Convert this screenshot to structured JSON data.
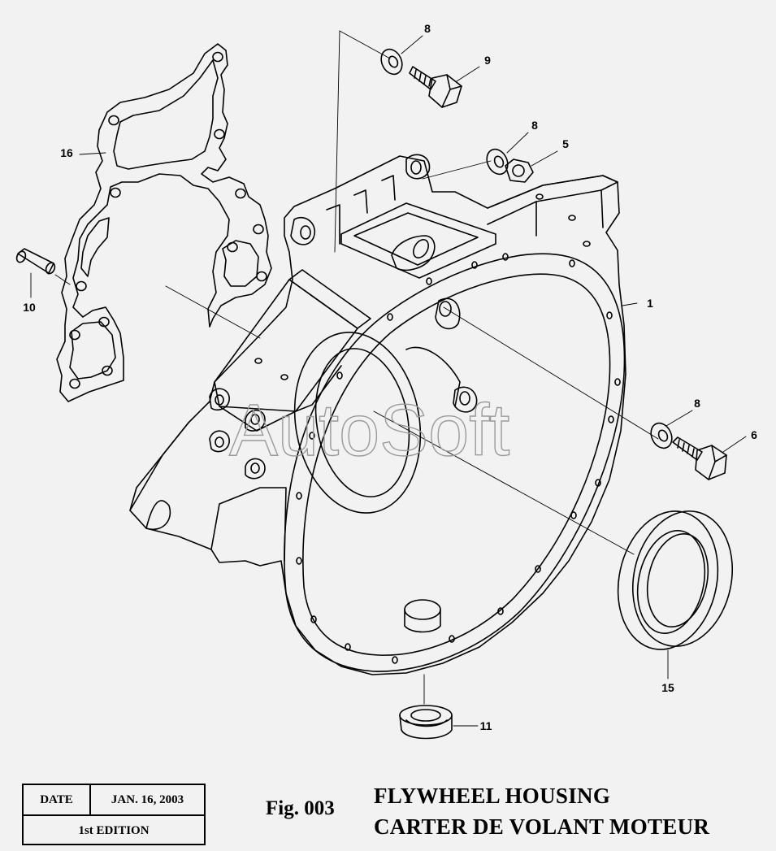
{
  "watermark": "AutoSoft",
  "callouts": [
    "1",
    "5",
    "6",
    "8",
    "8",
    "8",
    "9",
    "10",
    "11",
    "15",
    "16"
  ],
  "title_block": {
    "date_label": "DATE",
    "date_value": "JAN. 16, 2003",
    "edition": "1st EDITION"
  },
  "figure": {
    "number": "Fig. 003",
    "title_en": "FLYWHEEL HOUSING",
    "title_fr": "CARTER DE VOLANT MOTEUR"
  }
}
